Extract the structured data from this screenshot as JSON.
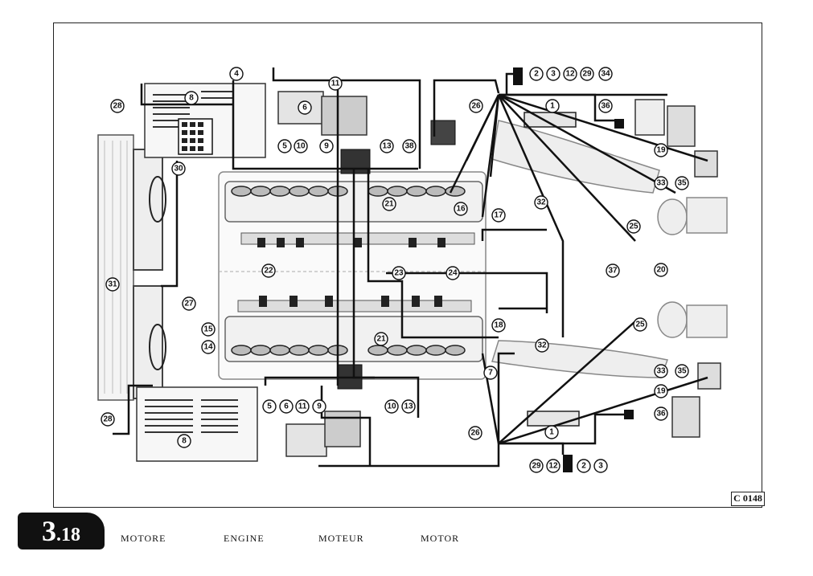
{
  "section": {
    "major": "3",
    "minor": ".18"
  },
  "languages": [
    "MOTORE",
    "ENGINE",
    "MOTEUR",
    "MOTOR"
  ],
  "drawing_code": "C 0148",
  "callouts": [
    {
      "n": "1"
    },
    {
      "n": "1"
    },
    {
      "n": "2"
    },
    {
      "n": "2"
    },
    {
      "n": "3"
    },
    {
      "n": "3"
    },
    {
      "n": "4"
    },
    {
      "n": "5"
    },
    {
      "n": "5"
    },
    {
      "n": "6"
    },
    {
      "n": "6"
    },
    {
      "n": "7"
    },
    {
      "n": "8"
    },
    {
      "n": "8"
    },
    {
      "n": "9"
    },
    {
      "n": "9"
    },
    {
      "n": "10"
    },
    {
      "n": "10"
    },
    {
      "n": "11"
    },
    {
      "n": "11"
    },
    {
      "n": "12"
    },
    {
      "n": "12"
    },
    {
      "n": "13"
    },
    {
      "n": "13"
    },
    {
      "n": "14"
    },
    {
      "n": "15"
    },
    {
      "n": "16"
    },
    {
      "n": "17"
    },
    {
      "n": "18"
    },
    {
      "n": "19"
    },
    {
      "n": "19"
    },
    {
      "n": "20"
    },
    {
      "n": "21"
    },
    {
      "n": "21"
    },
    {
      "n": "22"
    },
    {
      "n": "23"
    },
    {
      "n": "24"
    },
    {
      "n": "25"
    },
    {
      "n": "25"
    },
    {
      "n": "26"
    },
    {
      "n": "26"
    },
    {
      "n": "27"
    },
    {
      "n": "28"
    },
    {
      "n": "28"
    },
    {
      "n": "29"
    },
    {
      "n": "29"
    },
    {
      "n": "30"
    },
    {
      "n": "31"
    },
    {
      "n": "32"
    },
    {
      "n": "32"
    },
    {
      "n": "33"
    },
    {
      "n": "33"
    },
    {
      "n": "34"
    },
    {
      "n": "35"
    },
    {
      "n": "35"
    },
    {
      "n": "36"
    },
    {
      "n": "36"
    },
    {
      "n": "37"
    },
    {
      "n": "38"
    }
  ]
}
